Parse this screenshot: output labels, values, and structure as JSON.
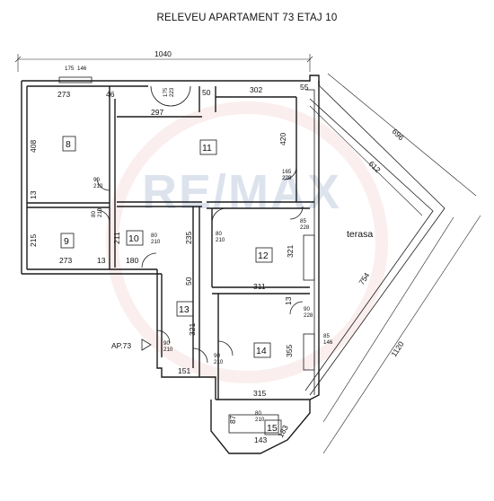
{
  "title": "RELEVEU APARTAMENT 73 ETAJ 10",
  "watermark": "RE/MAX",
  "colors": {
    "line": "#1a1a1a",
    "watermark_blue": "#9fb2cc",
    "watermark_red": "#e8a0a0"
  },
  "dimensions": {
    "total_width": "1040",
    "window_top": "175",
    "window_top_b": "146",
    "d273_top": "273",
    "d46": "46",
    "d297": "297",
    "d50": "50",
    "d302": "302",
    "d55": "55",
    "d420": "420",
    "d408": "408",
    "d13_left": "13",
    "d215": "215",
    "d273_bottom": "273",
    "d13_mid": "13",
    "d180": "180",
    "d211": "211",
    "d235": "235",
    "d321_12": "321",
    "d311": "311",
    "d50_13": "50",
    "d321_13": "321",
    "d151": "151",
    "d355": "355",
    "d13_14": "13",
    "d315": "315",
    "d87": "87",
    "d143": "143",
    "d183": "183",
    "d696": "696",
    "d612": "612",
    "d754": "754",
    "d1120": "1120"
  },
  "doors": {
    "main_entry": "175\n223",
    "room8": "90\n210",
    "room9": "80\n210",
    "room10": "80\n210",
    "hall11": "165\n228",
    "room12_a": "80\n210",
    "room12_b": "85\n228",
    "room14_a": "90\n228",
    "room14_b": "85\n146",
    "room14_c": "90\n210",
    "entry_ap": "90\n210",
    "room15": "80\n210"
  },
  "rooms": {
    "r8": "8",
    "r9": "9",
    "r10": "10",
    "r11": "11",
    "r12": "12",
    "r13": "13",
    "r14": "14",
    "r15": "15"
  },
  "labels": {
    "terrace": "terasa",
    "apartment": "AP.73"
  }
}
